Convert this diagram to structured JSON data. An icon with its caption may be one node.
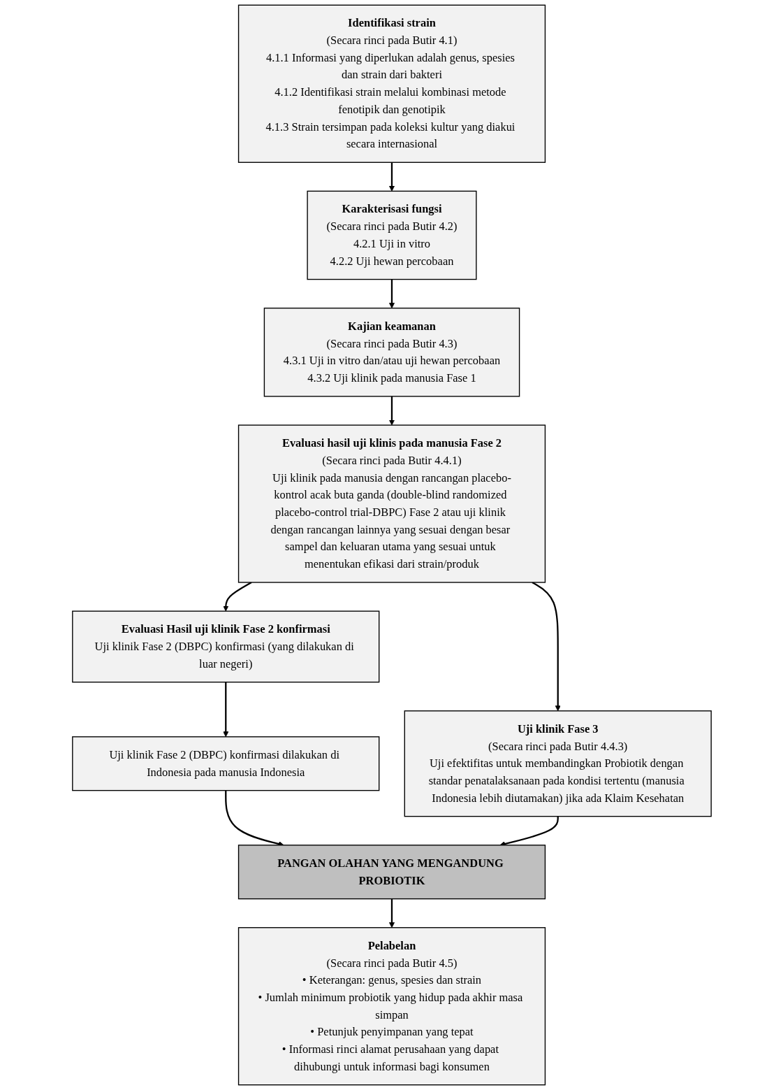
{
  "diagram": {
    "nodes": [
      {
        "text": [
          "Identifikasi strain",
          "(Secara rinci pada Butir 4.1)",
          "4.1.1 Informasi yang diperlukan adalah genus, spesies dan strain dari bakteri",
          "4.1.2 Identifikasi strain melalui kombinasi metode fenotipik dan genotipik",
          "4.1.3 Strain tersimpan pada koleksi kultur yang diakui secara internasional"
        ]
      },
      {
        "text": [
          "Karakterisasi fungsi",
          "(Secara rinci pada Butir 4.2)",
          "4.2.1 Uji in vitro",
          "4.2.2 Uji hewan percobaan"
        ]
      },
      {
        "text": [
          "Kajian keamanan",
          "(Secara rinci pada Butir 4.3)",
          "4.3.1 Uji in vitro dan/atau uji hewan percobaan",
          "4.3.2 Uji klinik pada manusia Fase 1"
        ]
      },
      {
        "text": [
          "Evaluasi hasil uji klinis pada manusia Fase 2",
          "(Secara rinci pada Butir 4.4.1)",
          "Uji klinik pada manusia dengan rancangan placebo-kontrol acak buta ganda (double-blind randomized placebo-control trial-DBPC) Fase 2 atau uji klinik dengan rancangan lainnya yang sesuai dengan besar sampel dan keluaran utama yang sesuai untuk menentukan efikasi dari strain/produk"
        ]
      },
      {
        "text": [
          "Evaluasi Hasil uji klinik Fase 2 konfirmasi",
          "Uji klinik Fase 2 (DBPC) konfirmasi (yang dilakukan di luar negeri)"
        ]
      },
      {
        "text": [
          "Uji klinik Fase 2 (DBPC) konfirmasi dilakukan di Indonesia pada manusia Indonesia"
        ]
      },
      {
        "text": [
          "Uji klinik Fase 3",
          "(Secara rinci pada Butir 4.4.3)",
          "Uji efektifitas untuk membandingkan Probiotik dengan standar penatalaksanaan pada kondisi tertentu (manusia Indonesia lebih diutamakan) jika ada Klaim Kesehatan"
        ]
      },
      {
        "text": [
          "PANGAN OLAHAN YANG MENGANDUNG PROBIOTIK"
        ]
      },
      {
        "text": [
          "Pelabelan",
          "(Secara rinci pada Butir 4.5)",
          "• Keterangan: genus, spesies dan strain",
          "• Jumlah minimum probiotik yang hidup pada akhir masa simpan",
          "• Petunjuk penyimpanan yang tepat",
          "• Informasi rinci alamat perusahaan yang dapat dihubungi untuk informasi bagi konsumen"
        ]
      }
    ],
    "edges": [
      {
        "from": 0,
        "to": 1,
        "arrow": "to"
      },
      {
        "from": 1,
        "to": 2,
        "arrow": "to"
      },
      {
        "from": 2,
        "to": 3,
        "arrow": "to"
      },
      {
        "from": 3,
        "to": 4,
        "arrow": "to"
      },
      {
        "from": 4,
        "to": 5,
        "arrow": "to"
      },
      {
        "from": 3,
        "to": 6,
        "arrow": "to"
      },
      {
        "from": 5,
        "to": 7,
        "arrow": "to"
      },
      {
        "from": 6,
        "to": 7,
        "arrow": "to"
      },
      {
        "from": 7,
        "to": 8,
        "arrow": "to"
      }
    ]
  }
}
